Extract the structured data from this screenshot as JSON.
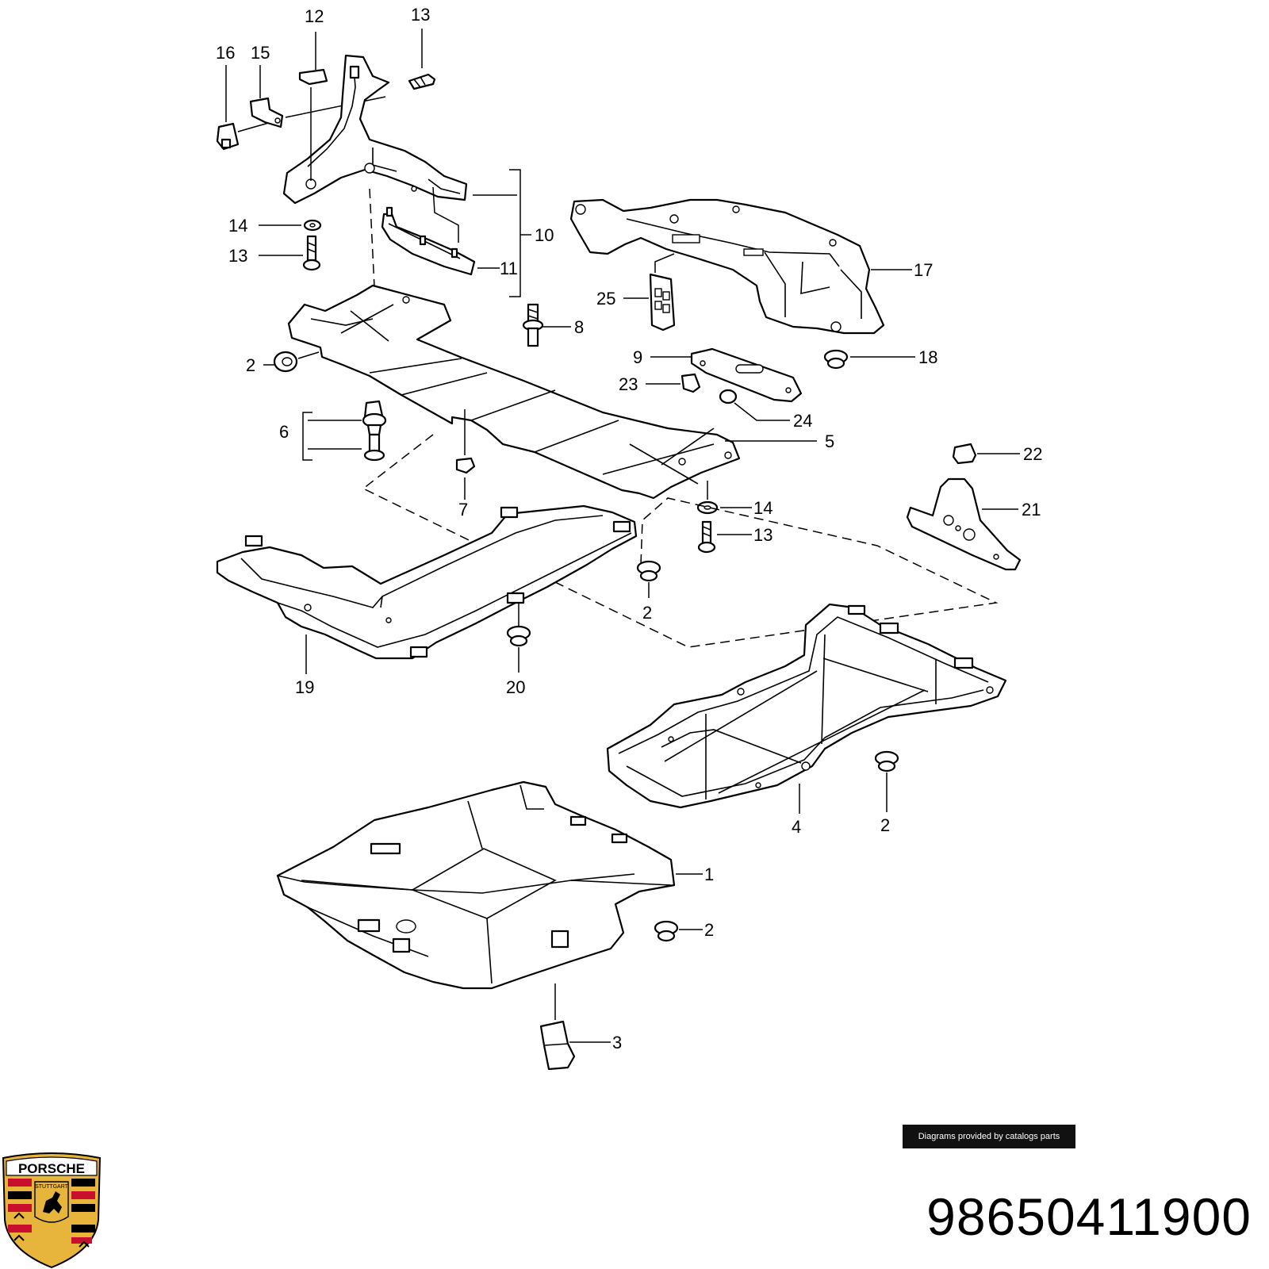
{
  "callouts": [
    "12",
    "13",
    "16",
    "15",
    "14",
    "13",
    "10",
    "11",
    "17",
    "25",
    "8",
    "2",
    "9",
    "18",
    "23",
    "24",
    "6",
    "5",
    "7",
    "22",
    "14",
    "13",
    "21",
    "2",
    "19",
    "20",
    "4",
    "2",
    "1",
    "2",
    "3"
  ],
  "credit": "Diagrams provided by catalogs parts",
  "part_number": "98650411900",
  "logo": {
    "brand": "PORSCHE",
    "city": "STUTTGART",
    "colors": {
      "red": "#c8102e",
      "gold": "#e7b53b",
      "black": "#000000"
    }
  }
}
